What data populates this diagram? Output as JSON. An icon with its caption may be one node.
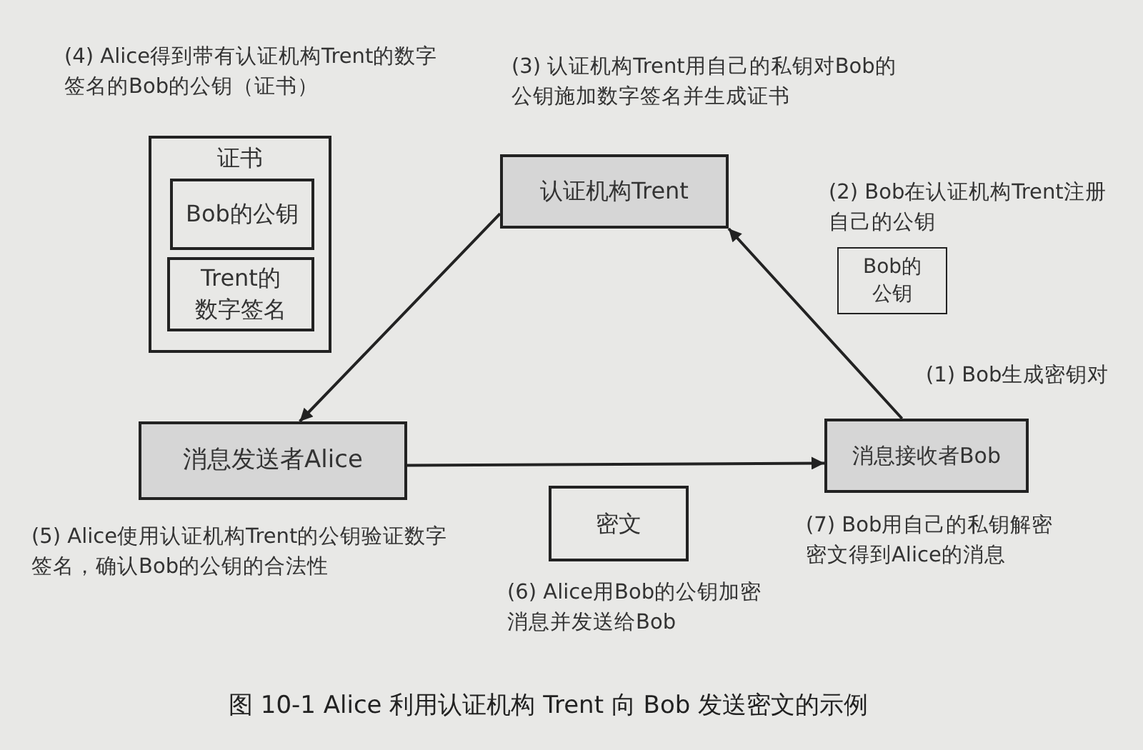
{
  "diagram": {
    "caption": "图 10-1 Alice 利用认证机构 Trent 向 Bob 发送密文的示例",
    "nodes": [
      {
        "text": [
          "认证机构Trent"
        ]
      },
      {
        "text": [
          "消息发送者Alice"
        ]
      },
      {
        "text": [
          "消息接收者Bob"
        ]
      },
      {
        "text": [
          "证书"
        ]
      },
      {
        "text": [
          "Bob的公钥"
        ],
        "in": 3
      },
      {
        "text": [
          "Trent的数字签名"
        ],
        "in": 3
      },
      {
        "text": [
          "Bob的公钥"
        ]
      },
      {
        "text": [
          "密文"
        ]
      }
    ],
    "edges": [
      {
        "from": 0,
        "to": 1,
        "arrow": "to"
      },
      {
        "from": 2,
        "to": 0,
        "arrow": "to"
      },
      {
        "from": 1,
        "to": 2,
        "arrow": "to"
      }
    ],
    "labels": [
      "(4) Alice得到带有认证机构Trent的数字签名的Bob的公钥（证书）",
      "(3) 认证机构Trent用自己的私钥对Bob的公钥施加数字签名并生成证书",
      "(2) Bob在认证机构Trent注册自己的公钥",
      "(1) Bob生成密钥对",
      "(5) Alice使用认证机构Trent的公钥验证数字签名，确认Bob的公钥的合法性",
      "(6) Alice用Bob的公钥加密消息并发送给Bob",
      "(7) Bob用自己的私钥解密密文得到Alice的消息"
    ]
  }
}
